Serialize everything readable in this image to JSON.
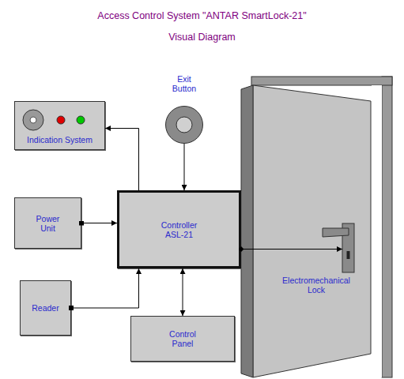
{
  "diagram": {
    "title": "Access Control System \"ANTAR SmartLock-21\" Visual Diagram",
    "nodes": [
      {
        "text": [
          "Exit Button"
        ]
      },
      {
        "text": [
          "Indication System"
        ]
      },
      {
        "text": [
          "Power Unit"
        ]
      },
      {
        "text": [
          "Controller ASL-21"
        ]
      },
      {
        "text": [
          "Electromechanical Lock"
        ]
      },
      {
        "text": [
          "Reader"
        ]
      },
      {
        "text": [
          "Control Panel"
        ]
      }
    ],
    "edges": [
      {
        "from": 3,
        "to": 1,
        "arrow": "to"
      },
      {
        "from": 0,
        "to": 3,
        "arrow": "to"
      },
      {
        "from": 2,
        "to": 3,
        "arrow": "to"
      },
      {
        "from": 5,
        "to": 3,
        "arrow": "to"
      },
      {
        "from": 3,
        "to": 6,
        "arrow": "both"
      },
      {
        "from": 3,
        "to": 4,
        "arrow": "to"
      }
    ]
  }
}
